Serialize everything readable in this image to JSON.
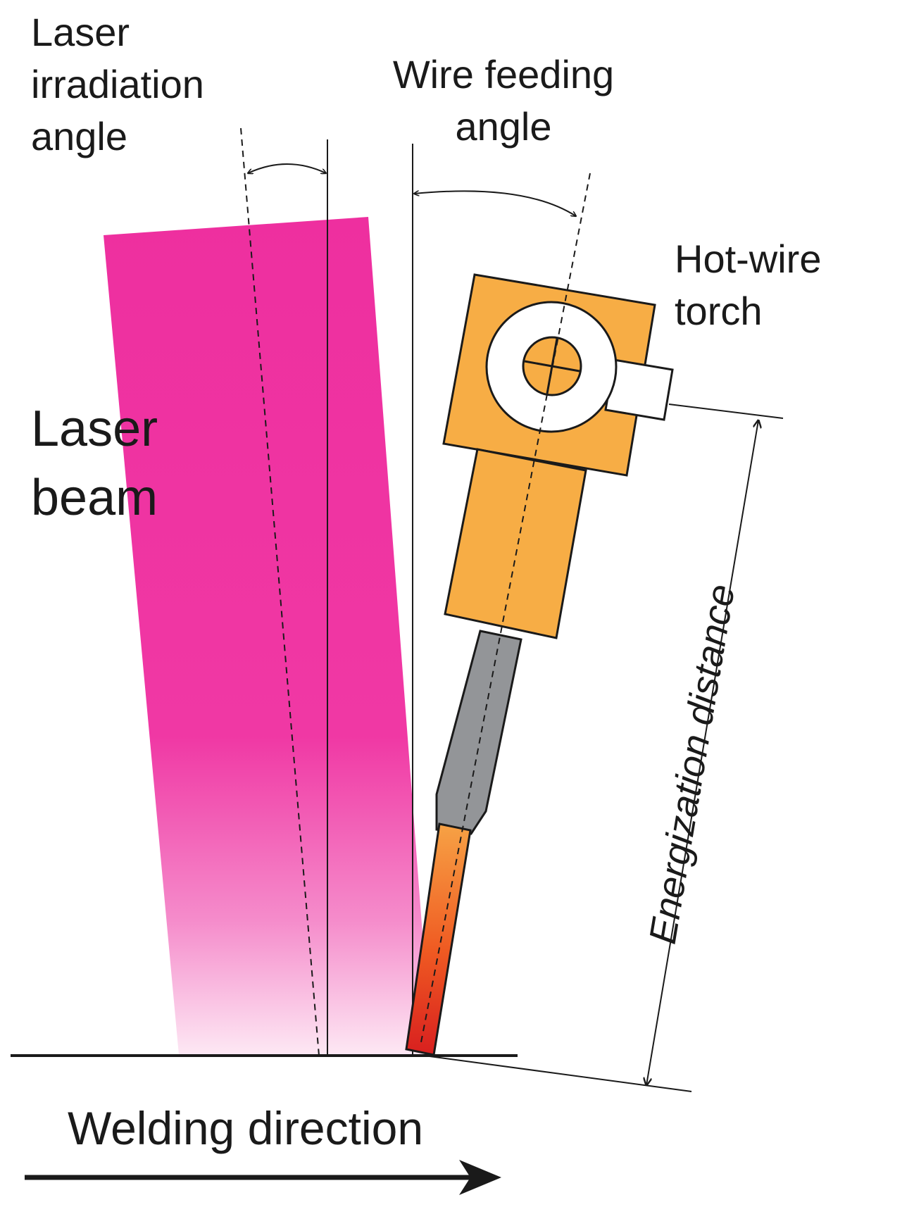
{
  "labels": {
    "laser_irradiation_angle": [
      "Laser",
      "irradiation",
      "angle"
    ],
    "wire_feeding_angle": [
      "Wire feeding",
      "angle"
    ],
    "hot_wire_torch": [
      "Hot-wire",
      "torch"
    ],
    "laser_beam": [
      "Laser",
      "beam"
    ],
    "energization_distance": "Energization distance",
    "welding_direction": "Welding direction"
  },
  "colors": {
    "laser_beam": "#ee2f9f",
    "torch_body": "#f7ad45",
    "contact_tip": "#939598",
    "hot_wire": "#e64a19",
    "line": "#1a1a1a"
  }
}
